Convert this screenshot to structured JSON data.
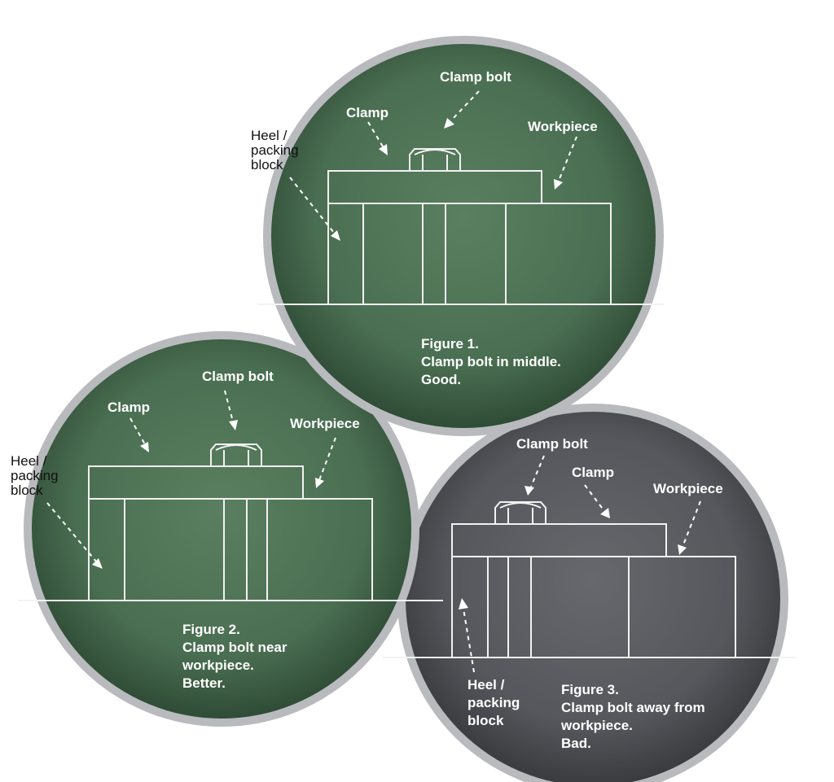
{
  "colors": {
    "green_disc": "#4b7052",
    "gray_disc": "#55575c",
    "rim": "#b9babd",
    "line": "#f2f2f2",
    "label": "#ffffff"
  },
  "figure1": {
    "clamp_bolt": "Clamp bolt",
    "clamp": "Clamp",
    "workpiece": "Workpiece",
    "heel_lines": [
      "Heel /",
      "packing",
      "block"
    ],
    "caption_lines": [
      "Figure 1.",
      "Clamp bolt in middle.",
      "Good."
    ]
  },
  "figure2": {
    "clamp_bolt": "Clamp bolt",
    "clamp": "Clamp",
    "workpiece": "Workpiece",
    "heel_lines": [
      "Heel /",
      "packing",
      "block"
    ],
    "caption_lines": [
      "Figure 2.",
      "Clamp bolt near",
      "workpiece.",
      "Better."
    ]
  },
  "figure3": {
    "clamp_bolt": "Clamp bolt",
    "clamp": "Clamp",
    "workpiece": "Workpiece",
    "heel_lines": [
      "Heel /",
      "packing",
      "block"
    ],
    "caption_lines": [
      "Figure 3.",
      "Clamp bolt away from",
      "workpiece.",
      "Bad."
    ]
  }
}
